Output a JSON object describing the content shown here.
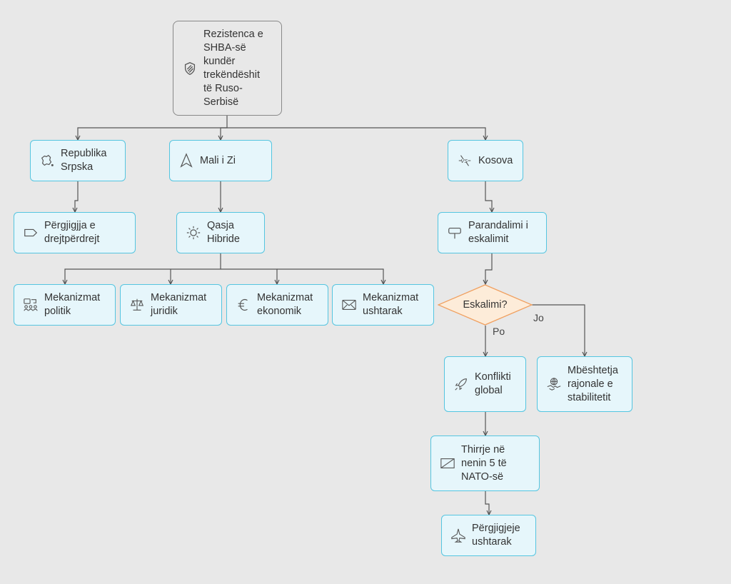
{
  "diagram": {
    "root": {
      "label": "Rezistenca e\nSHBA-së\nkundër\ntrekëndëshit\ntë Ruso-\nSerbisë",
      "icon": "shield-icon"
    },
    "branches": {
      "republika_srpska": {
        "label": "Republika\nSrpska",
        "icon": "map-icon"
      },
      "mali_i_zi": {
        "label": "Mali i Zi",
        "icon": "navigation-arrow-icon"
      },
      "kosova": {
        "label": "Kosova",
        "icon": "versus-icon"
      }
    },
    "nodes": {
      "pergjigjja": {
        "label": "Përgjigjja e\ndrejtpërdrejt",
        "icon": "tag-icon"
      },
      "qasja_hibride": {
        "label": "Qasja\nHibride",
        "icon": "sun-gear-icon"
      },
      "parandalimi": {
        "label": "Parandalimi i\neskalimit",
        "icon": "signpost-icon"
      },
      "mek_politik": {
        "label": "Mekanizmat\npolitik",
        "icon": "people-group-icon"
      },
      "mek_juridik": {
        "label": "Mekanizmat\njuridik",
        "icon": "scales-icon"
      },
      "mek_ekonomik": {
        "label": "Mekanizmat\nekonomik",
        "icon": "euro-icon"
      },
      "mek_ushtarak": {
        "label": "Mekanizmat\nushtarak",
        "icon": "envelope-icon"
      },
      "konflikti": {
        "label": "Konflikti\nglobal",
        "icon": "rocket-icon"
      },
      "mbeshtetja": {
        "label": "Mbështetja\nrajonale e\nstabilitetit",
        "icon": "handshake-globe-icon"
      },
      "thirrje": {
        "label": "Thirrje në\nnenin 5 të\nNATO-së",
        "icon": "document-icon"
      },
      "pergjigjeje": {
        "label": "Përgjigjeje\nushtarak",
        "icon": "jet-icon"
      }
    },
    "decision": {
      "label": "Eskalimi?"
    },
    "edge_labels": {
      "yes": "Po",
      "no": "Jo"
    },
    "colors": {
      "node_fill": "#e6f6fb",
      "node_border": "#55c5e0",
      "root_border": "#888888",
      "decision_fill": "#fdecd9",
      "decision_border": "#f0a060",
      "edge": "#555555",
      "background": "#e8e8e8"
    }
  }
}
